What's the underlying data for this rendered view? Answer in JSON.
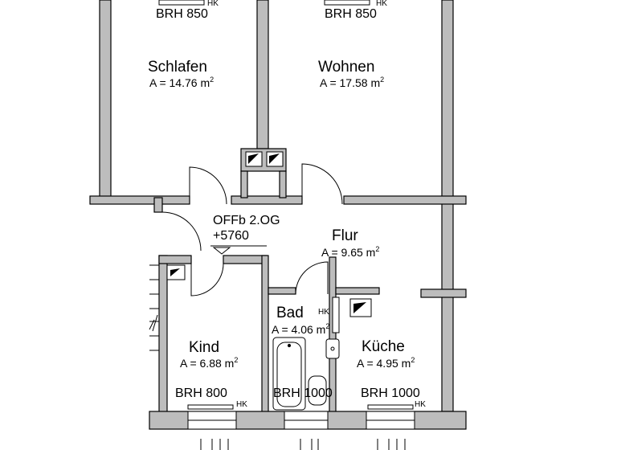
{
  "rooms": [
    {
      "id": "schlafen",
      "name": "Schlafen",
      "area_prefix": "A = 14.76 m",
      "area_sup": "2"
    },
    {
      "id": "wohnen",
      "name": "Wohnen",
      "area_prefix": "A = 17.58 m",
      "area_sup": "2"
    },
    {
      "id": "flur",
      "name": "Flur",
      "area_prefix": "A = 9.65 m",
      "area_sup": "2"
    },
    {
      "id": "bad",
      "name": "Bad",
      "area_prefix": "A = 4.06 m",
      "area_sup": "2"
    },
    {
      "id": "kind",
      "name": "Kind",
      "area_prefix": "A = 6.88 m",
      "area_sup": "2"
    },
    {
      "id": "kueche",
      "name": "Küche",
      "area_prefix": "A = 4.95 m",
      "area_sup": "2"
    }
  ],
  "brh_labels": {
    "schlafen": "BRH 850",
    "wohnen": "BRH 850",
    "kind": "BRH 800",
    "bad": "BRH 1000",
    "kueche": "BRH 1000"
  },
  "hk_label": "HK",
  "level": {
    "name": "OFFb 2.OG",
    "height": "+5760"
  },
  "colors": {
    "wall_fill": "#bdbdbd",
    "line": "#000000",
    "background": "#ffffff"
  }
}
